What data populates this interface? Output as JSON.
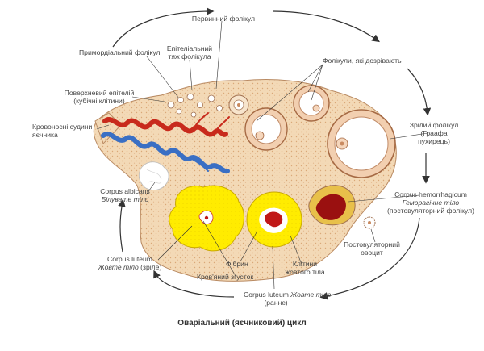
{
  "title": "Оваріальний (яєчниковий) цикл",
  "labels": {
    "primary_follicle": "Первинний фолікул",
    "primordial_follicle": "Примордіальний фолікул",
    "epithelial_cord_1": "Епітеліальний",
    "epithelial_cord_2": "тяж фолікула",
    "maturing_follicles": "Фолікули, які дозрівають",
    "surface_epithelium_1": "Поверхневий епітелій",
    "surface_epithelium_2": "(кубічні клітини)",
    "blood_vessels_1": "Кровоносні судини",
    "blood_vessels_2": "яєчника",
    "mature_follicle_1": "Зрілий фолікул",
    "mature_follicle_2": "(Граафа",
    "mature_follicle_3": "пухирець)",
    "corpus_albicans_1": "Corpus albicans",
    "corpus_albicans_2": "Білувате тіло",
    "corpus_hemorrhagicum_1": "Corpus hemorrhagicum",
    "corpus_hemorrhagicum_2": "Геморагічне тіло",
    "corpus_hemorrhagicum_3": "(постовуляторний фолікул)",
    "postovulatory_oocyte_1": "Постовуляторний",
    "postovulatory_oocyte_2": "овоцит",
    "corpus_luteum_mature_1": "Corpus luteum",
    "corpus_luteum_mature_2": "Жовте тіло",
    "corpus_luteum_mature_3": "(зріле)",
    "fibrin": "Фібрин",
    "lutein_cells_1": "Клітини",
    "lutein_cells_2": "жовтого тіла",
    "blood_clot": "Кров'яний згусток",
    "corpus_luteum_early_1": "Corpus luteum",
    "corpus_luteum_early_2": "Жовте тіло",
    "corpus_luteum_early_3": "(раннє)"
  },
  "colors": {
    "stroma": "#f3d9b6",
    "stroma_dots": "#d9a878",
    "artery": "#c82a1c",
    "vein": "#3a6fc4",
    "yellow_body": "#ffec00",
    "clot": "#c01818",
    "hemorrhagic": "#a01010",
    "lines": "#333333"
  }
}
